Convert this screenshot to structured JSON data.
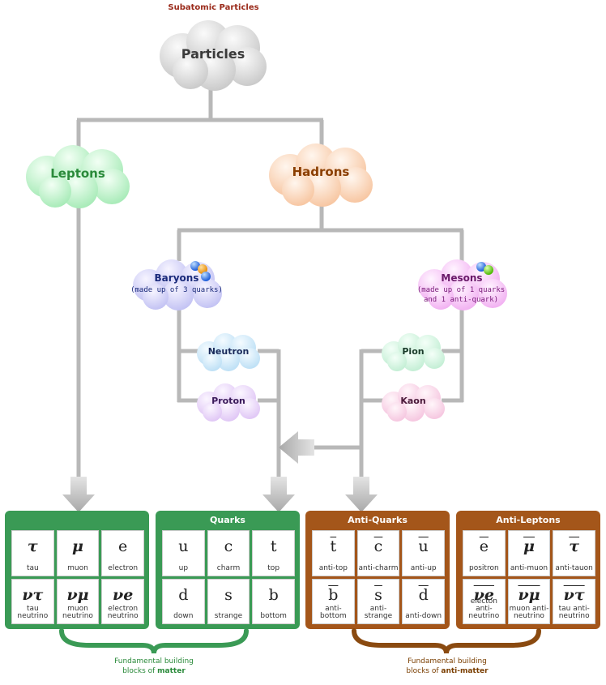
{
  "title": "Subatomic Particles",
  "nodes": {
    "particles": "Particles",
    "leptons": "Leptons",
    "hadrons": "Hadrons",
    "baryons": "Baryons",
    "baryons_sub": "(made up of 3 quarks)",
    "mesons": "Mesons",
    "mesons_sub_1": "(made up of 1 quarks",
    "mesons_sub_2": "and 1 anti-quark)",
    "neutron": "Neutron",
    "proton": "Proton",
    "pion": "Pion",
    "kaon": "Kaon"
  },
  "colors": {
    "matter": "#3a9a55",
    "antimatter": "#a4561a",
    "matter_text": "#2a8a3a",
    "antimatter_text": "#7a3e00"
  },
  "panels": [
    {
      "title": "",
      "cells": [
        {
          "symbol": "τ",
          "name": "tau",
          "style": "it"
        },
        {
          "symbol": "μ",
          "name": "muon",
          "style": "it"
        },
        {
          "symbol": "e",
          "name": "electron",
          "style": ""
        },
        {
          "symbol": "ντ",
          "name": "tau neutrino",
          "style": "it"
        },
        {
          "symbol": "νμ",
          "name": "muon neutrino",
          "style": "it"
        },
        {
          "symbol": "νe",
          "name": "electron neutrino",
          "style": "it"
        }
      ]
    },
    {
      "title": "Quarks",
      "cells": [
        {
          "symbol": "u",
          "name": "up",
          "style": ""
        },
        {
          "symbol": "c",
          "name": "charm",
          "style": ""
        },
        {
          "symbol": "t",
          "name": "top",
          "style": ""
        },
        {
          "symbol": "d",
          "name": "down",
          "style": ""
        },
        {
          "symbol": "s",
          "name": "strange",
          "style": ""
        },
        {
          "symbol": "b",
          "name": "bottom",
          "style": ""
        }
      ]
    },
    {
      "title": "Anti-Quarks",
      "cells": [
        {
          "symbol": "t",
          "name": "anti-top",
          "style": "bar"
        },
        {
          "symbol": "c",
          "name": "anti-charm",
          "style": "bar"
        },
        {
          "symbol": "u",
          "name": "anti-up",
          "style": "bar"
        },
        {
          "symbol": "b",
          "name": "anti-bottom",
          "style": "bar"
        },
        {
          "symbol": "s",
          "name": "anti-strange",
          "style": "bar"
        },
        {
          "symbol": "d",
          "name": "anti-down",
          "style": "bar"
        }
      ]
    },
    {
      "title": "Anti-Leptons",
      "cells": [
        {
          "symbol": "e",
          "name": "positron",
          "style": "bar"
        },
        {
          "symbol": "μ",
          "name": "anti-muon",
          "style": "bar it"
        },
        {
          "symbol": "τ",
          "name": "anti-tauon",
          "style": "bar it"
        },
        {
          "symbol": "νe",
          "name": "electon anti-neutrino",
          "style": "bar it"
        },
        {
          "symbol": "νμ",
          "name": "muon anti-neutrino",
          "style": "bar it"
        },
        {
          "symbol": "ντ",
          "name": "tau anti-neutrino",
          "style": "bar it"
        }
      ]
    }
  ],
  "brackets": {
    "matter_1": "Fundamental building",
    "matter_2": "blocks of ",
    "matter_bold": "matter",
    "anti_1": "Fundamental building",
    "anti_2": "blocks of ",
    "anti_bold": "anti-matter"
  }
}
